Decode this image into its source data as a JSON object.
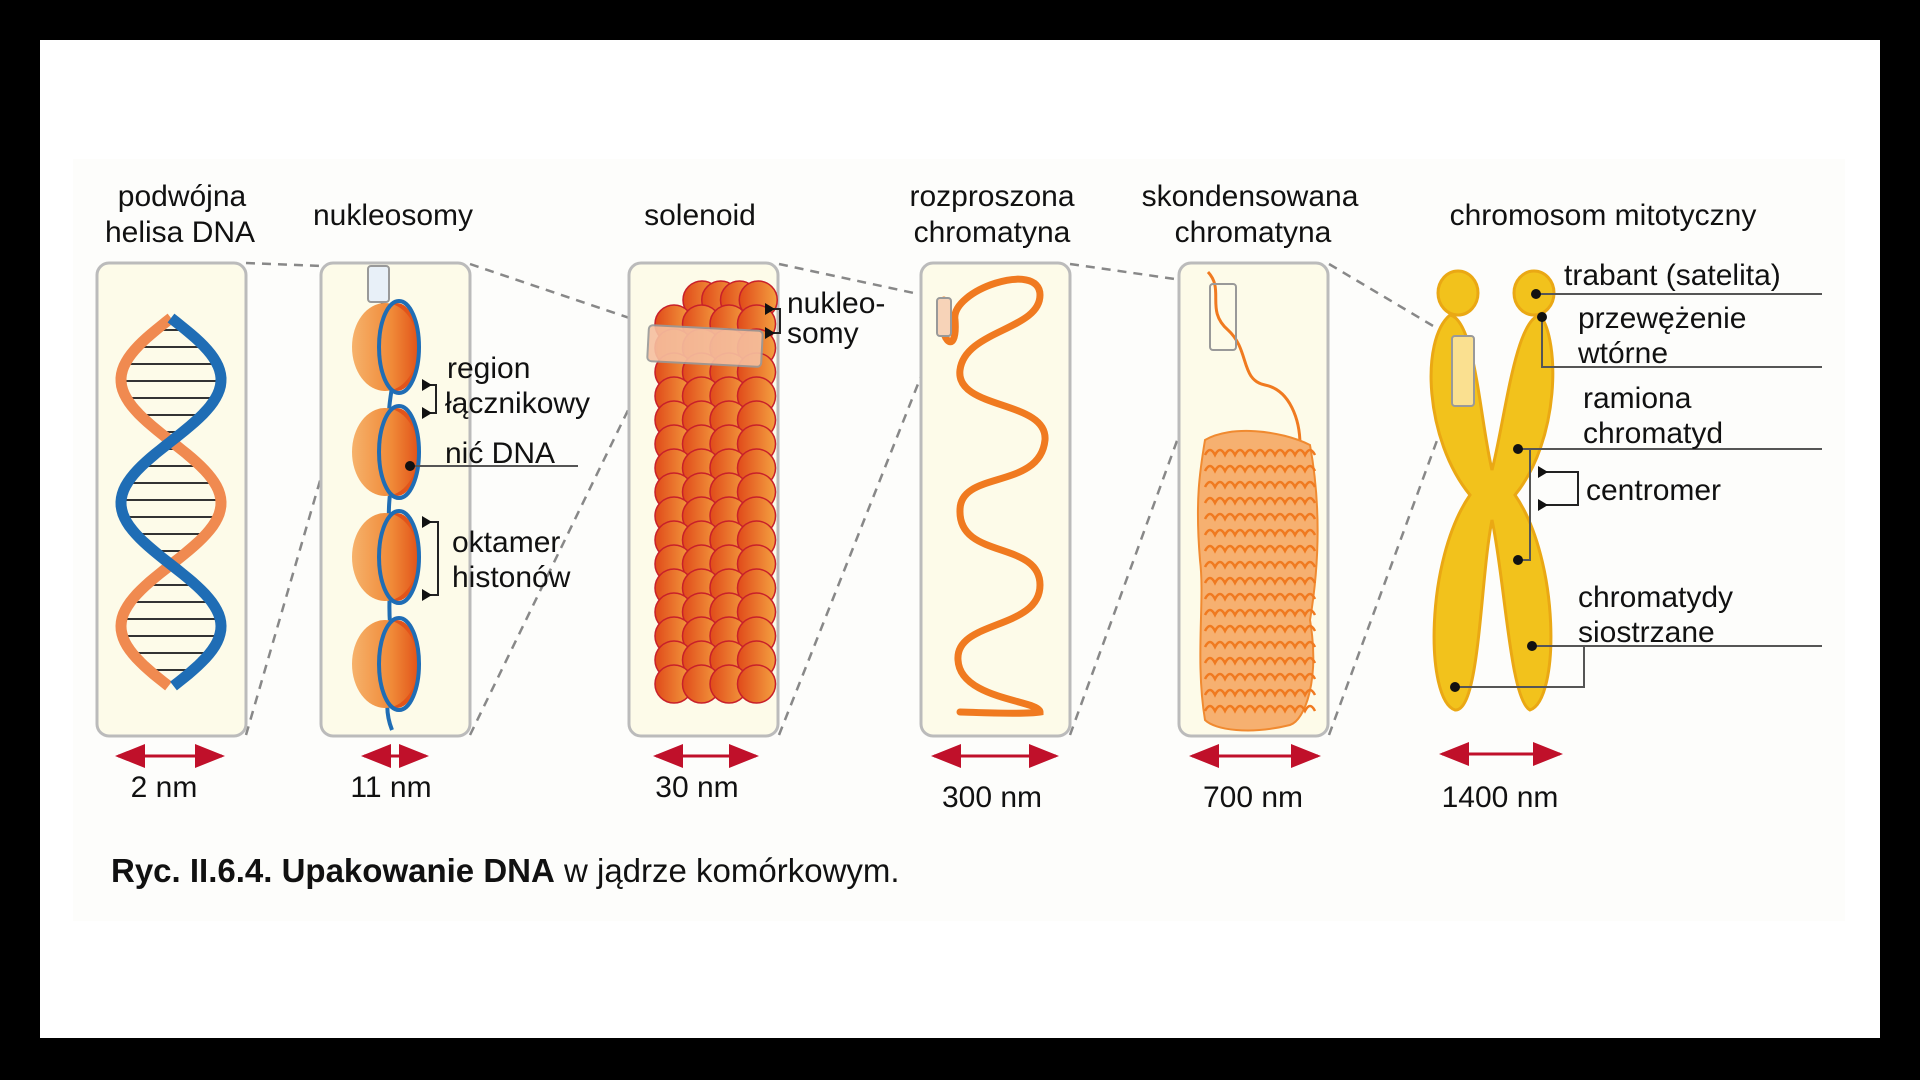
{
  "stages": [
    {
      "title": [
        "podwójna",
        "helisa DNA"
      ],
      "scale": "2 nm"
    },
    {
      "title": [
        "nukleosomy"
      ],
      "scale": "11 nm"
    },
    {
      "title": [
        "solenoid"
      ],
      "scale": "30 nm"
    },
    {
      "title": [
        "rozproszona",
        "chromatyna"
      ],
      "scale": "300 nm"
    },
    {
      "title": [
        "skondensowana",
        "chromatyna"
      ],
      "scale": "700 nm"
    },
    {
      "title": [
        "chromosom mitotyczny"
      ],
      "scale": "1400 nm"
    }
  ],
  "nucleosome_labels": {
    "linker": [
      "region",
      "łącznikowy"
    ],
    "strand": "nić DNA",
    "octamer": [
      "oktamer",
      "histonów"
    ]
  },
  "solenoid_labels": {
    "nucleosomes": [
      "nukleo-",
      "somy"
    ]
  },
  "chromosome_labels": {
    "satellite": "trabant (satelita)",
    "secondary_constriction": [
      "przewężenie",
      "wtórne"
    ],
    "arms": [
      "ramiona",
      "chromatyd"
    ],
    "centromere": "centromer",
    "sister_chromatids": [
      "chromatydy",
      "siostrzane"
    ]
  },
  "caption": {
    "bold": "Ryc. II.6.4. Upakowanie DNA",
    "rest": " w jądrze komórkowym."
  },
  "colors": {
    "panel_fill": "#fdfbe9",
    "dna_blue": "#1f6db5",
    "dna_orange": "#f08a50",
    "chromatin": "#f07a20",
    "chromosome": "#f2c21c",
    "arrow_red": "#c0102a"
  }
}
